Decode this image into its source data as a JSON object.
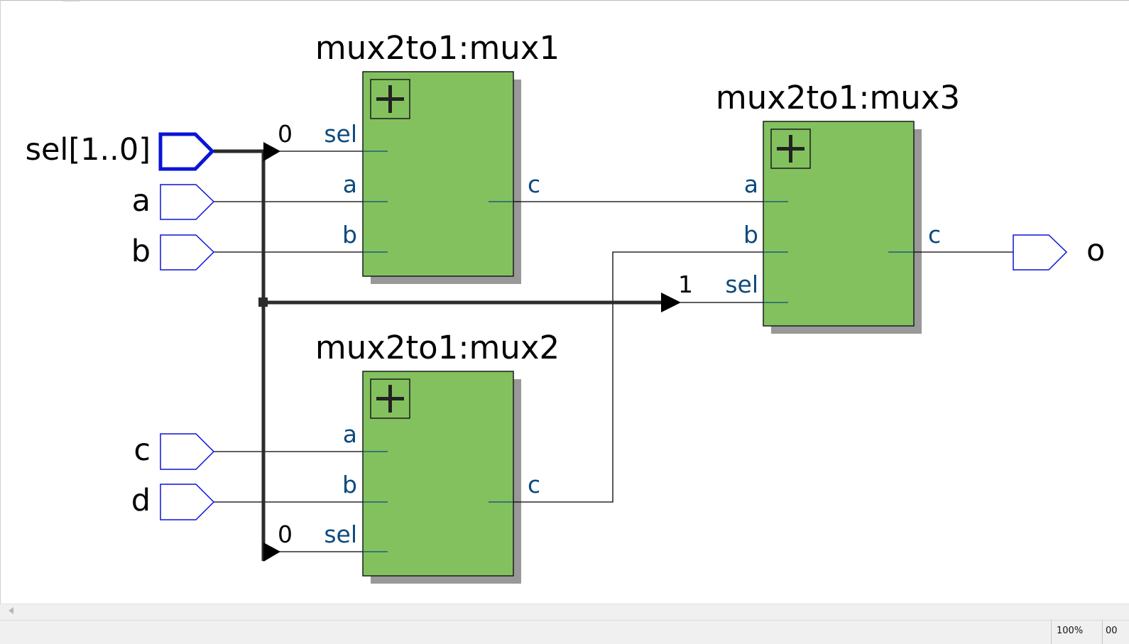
{
  "diagram": {
    "inputs": {
      "sel": "sel[1..0]",
      "a": "a",
      "b": "b",
      "c": "c",
      "d": "d"
    },
    "output": "o",
    "blocks": {
      "mux1": {
        "title": "mux2to1:mux1",
        "ports": {
          "sel": "sel",
          "a": "a",
          "b": "b",
          "c": "c"
        }
      },
      "mux2": {
        "title": "mux2to1:mux2",
        "ports": {
          "a": "a",
          "b": "b",
          "sel": "sel",
          "c": "c"
        }
      },
      "mux3": {
        "title": "mux2to1:mux3",
        "ports": {
          "a": "a",
          "b": "b",
          "sel": "sel",
          "c": "c"
        }
      }
    },
    "bit_labels": {
      "mux1_sel": "0",
      "mux3_sel": "1",
      "mux2_sel": "0"
    },
    "colors": {
      "block_fill": "#83c15f",
      "block_shadow": "#999999",
      "pin_stroke": "#0a14d6",
      "port_text": "#0d4a7c",
      "wire": "#000000",
      "bus": "#2c2c2c"
    }
  },
  "statusbar": {
    "zoom": "100%",
    "coord": "00"
  }
}
